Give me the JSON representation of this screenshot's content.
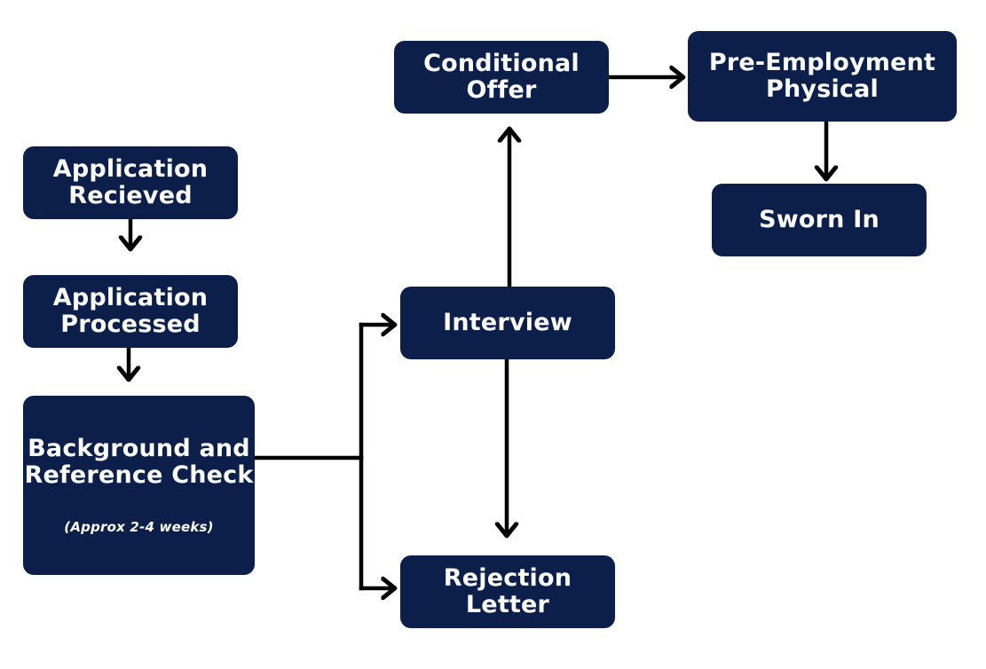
{
  "nodes": {
    "application_received": "Application Recieved",
    "application_processed": "Application Processed",
    "background_check": "Background and Reference Check",
    "background_note": "(Approx 2-4 weeks)",
    "interview": "Interview",
    "rejection_letter": "Rejection Letter",
    "conditional_offer": "Conditional Offer",
    "pre_employment_physical": "Pre-Employment Physical",
    "sworn_in": "Sworn In"
  },
  "colors": {
    "node_fill": "#0b1f4a",
    "node_text": "#ffffff",
    "connector": "#000000"
  }
}
